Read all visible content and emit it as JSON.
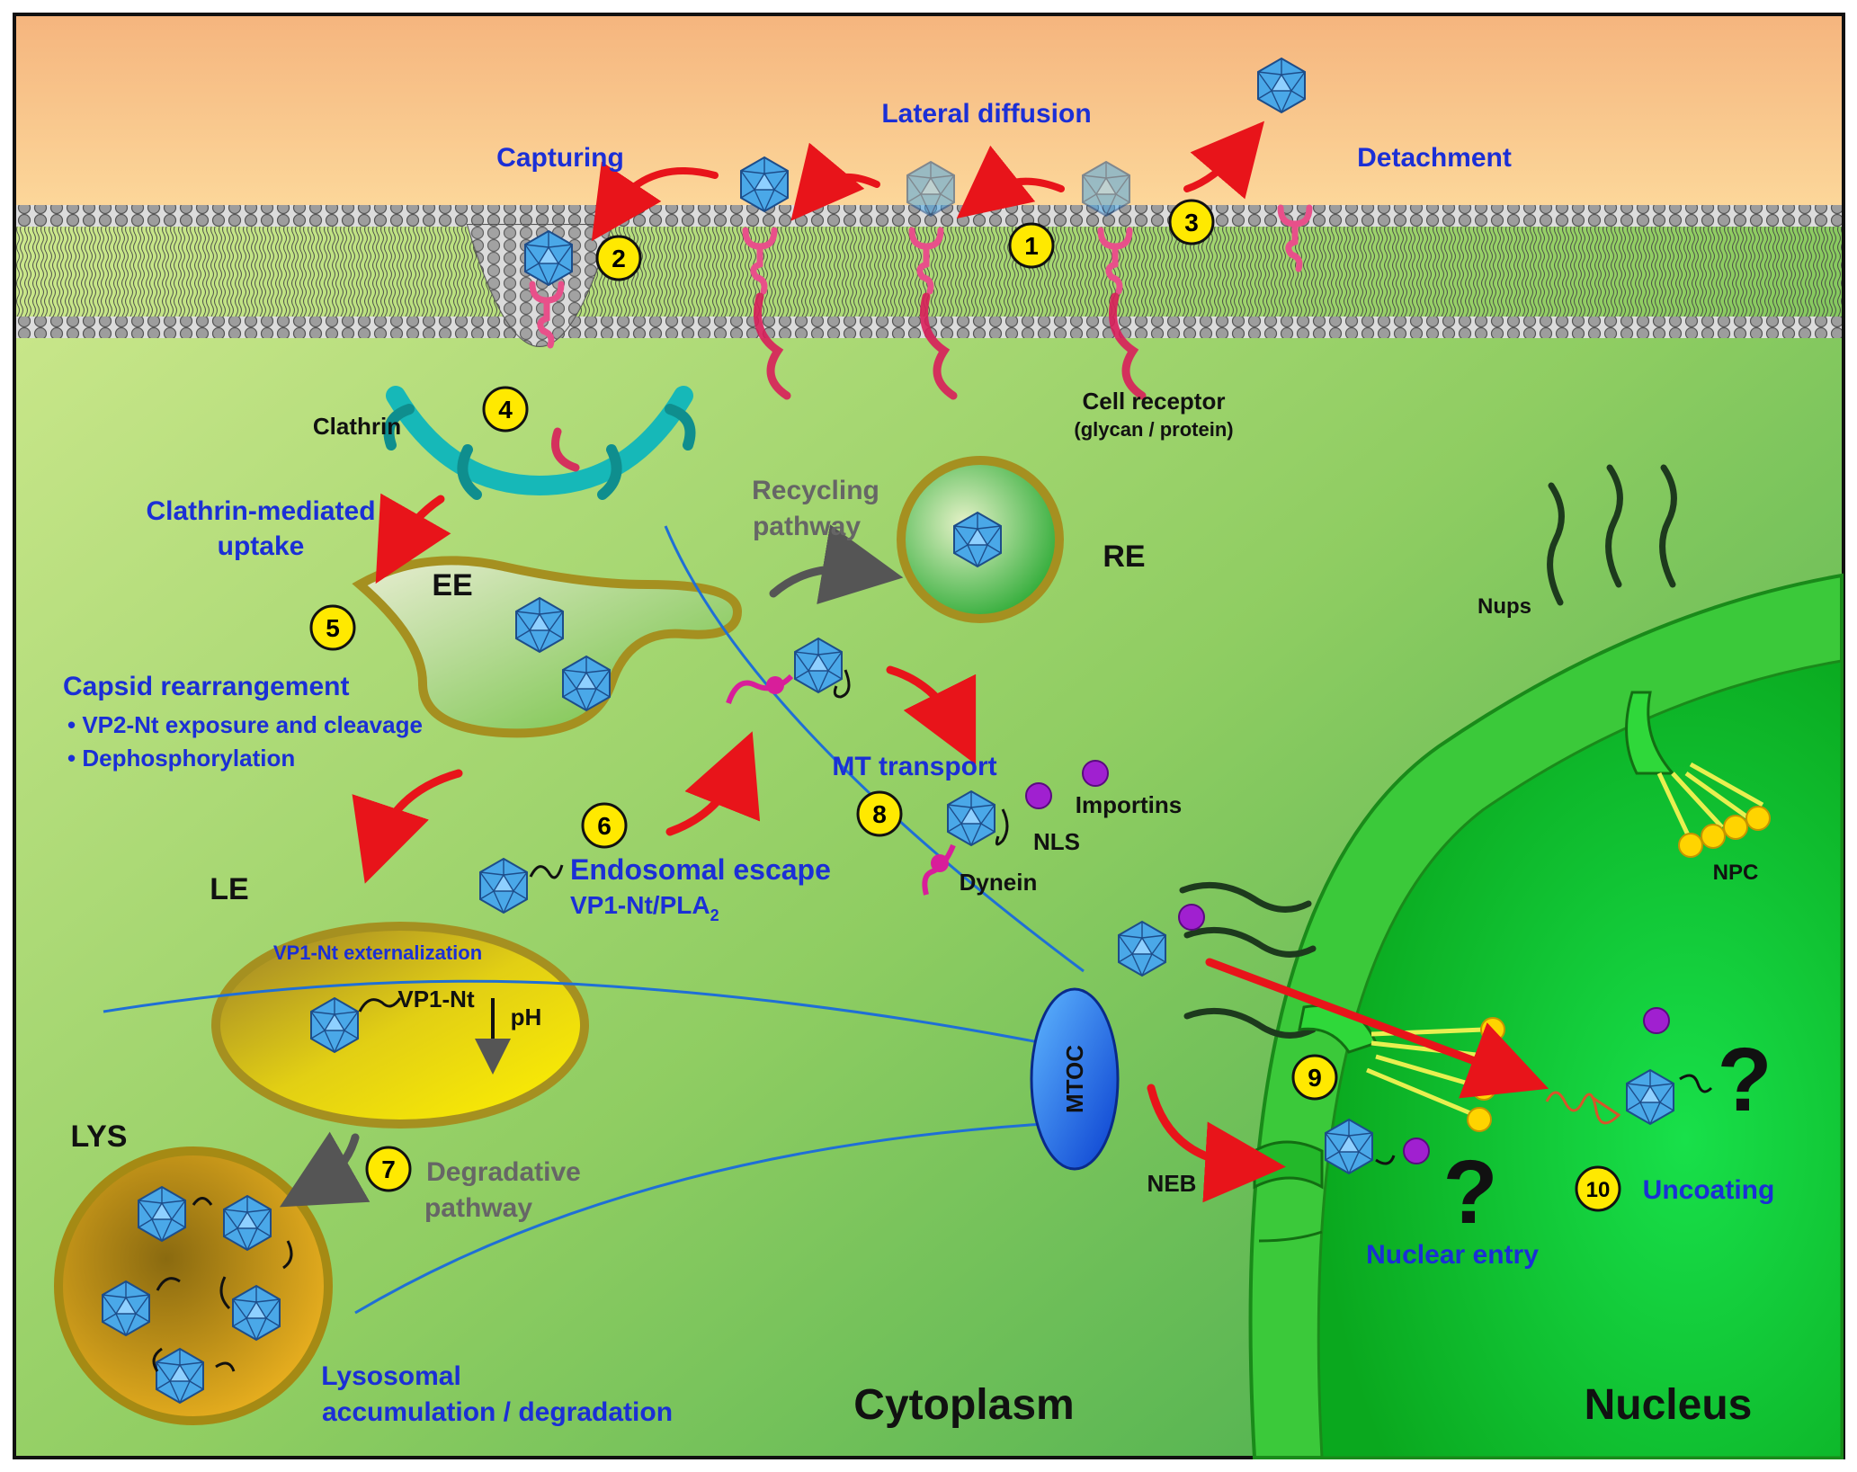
{
  "colors": {
    "extracellular": "#f7c28a",
    "cytoplasm_light": "#cfe88c",
    "cytoplasm_dark": "#3fb04a",
    "nucleus": "#1fcf3a",
    "label_blue": "#1b2fd6",
    "arrow_red": "#e8141a",
    "arrow_grey": "#555555",
    "capsid": "#4aa8e8",
    "receptor": "#e8508a",
    "clathrin": "#16b8b8",
    "step_badge": "#ffe900",
    "microtubule": "#1f6fd6",
    "importin": "#a020d0",
    "npc": "#ffd400",
    "mtoc": "#1565e8"
  },
  "labels": {
    "lateral_diffusion": "Lateral diffusion",
    "capturing": "Capturing",
    "detachment": "Detachment",
    "clathrin": "Clathrin",
    "cell_receptor": "Cell receptor",
    "cell_receptor_sub": "(glycan / protein)",
    "clathrin_uptake_1": "Clathrin-mediated",
    "clathrin_uptake_2": "uptake",
    "ee": "EE",
    "re": "RE",
    "recycling_1": "Recycling",
    "recycling_2": "pathway",
    "capsid_rearrangement": "Capsid rearrangement",
    "bullet_1": "• VP2-Nt exposure and cleavage",
    "bullet_2": "• Dephosphorylation",
    "mt_transport": "MT transport",
    "importins": "Importins",
    "nls": "NLS",
    "dynein": "Dynein",
    "endosomal_escape": "Endosomal escape",
    "vp1_pla": "VP1-Nt/PLA",
    "vp1_pla_sub": "2",
    "le": "LE",
    "vp1_externalization": "VP1-Nt externalization",
    "vp1_nt": "VP1-Nt",
    "ph": "pH",
    "mtoc": "MTOC",
    "nups": "Nups",
    "npc": "NPC",
    "lys": "LYS",
    "degradative_1": "Degradative",
    "degradative_2": "pathway",
    "lysosomal_1": "Lysosomal",
    "lysosomal_2": "accumulation / degradation",
    "neb": "NEB",
    "nuclear_entry": "Nuclear entry",
    "uncoating": "Uncoating",
    "question": "?",
    "cytoplasm": "Cytoplasm",
    "nucleus": "Nucleus"
  },
  "steps": [
    "1",
    "2",
    "3",
    "4",
    "5",
    "6",
    "7",
    "8",
    "9",
    "10"
  ]
}
